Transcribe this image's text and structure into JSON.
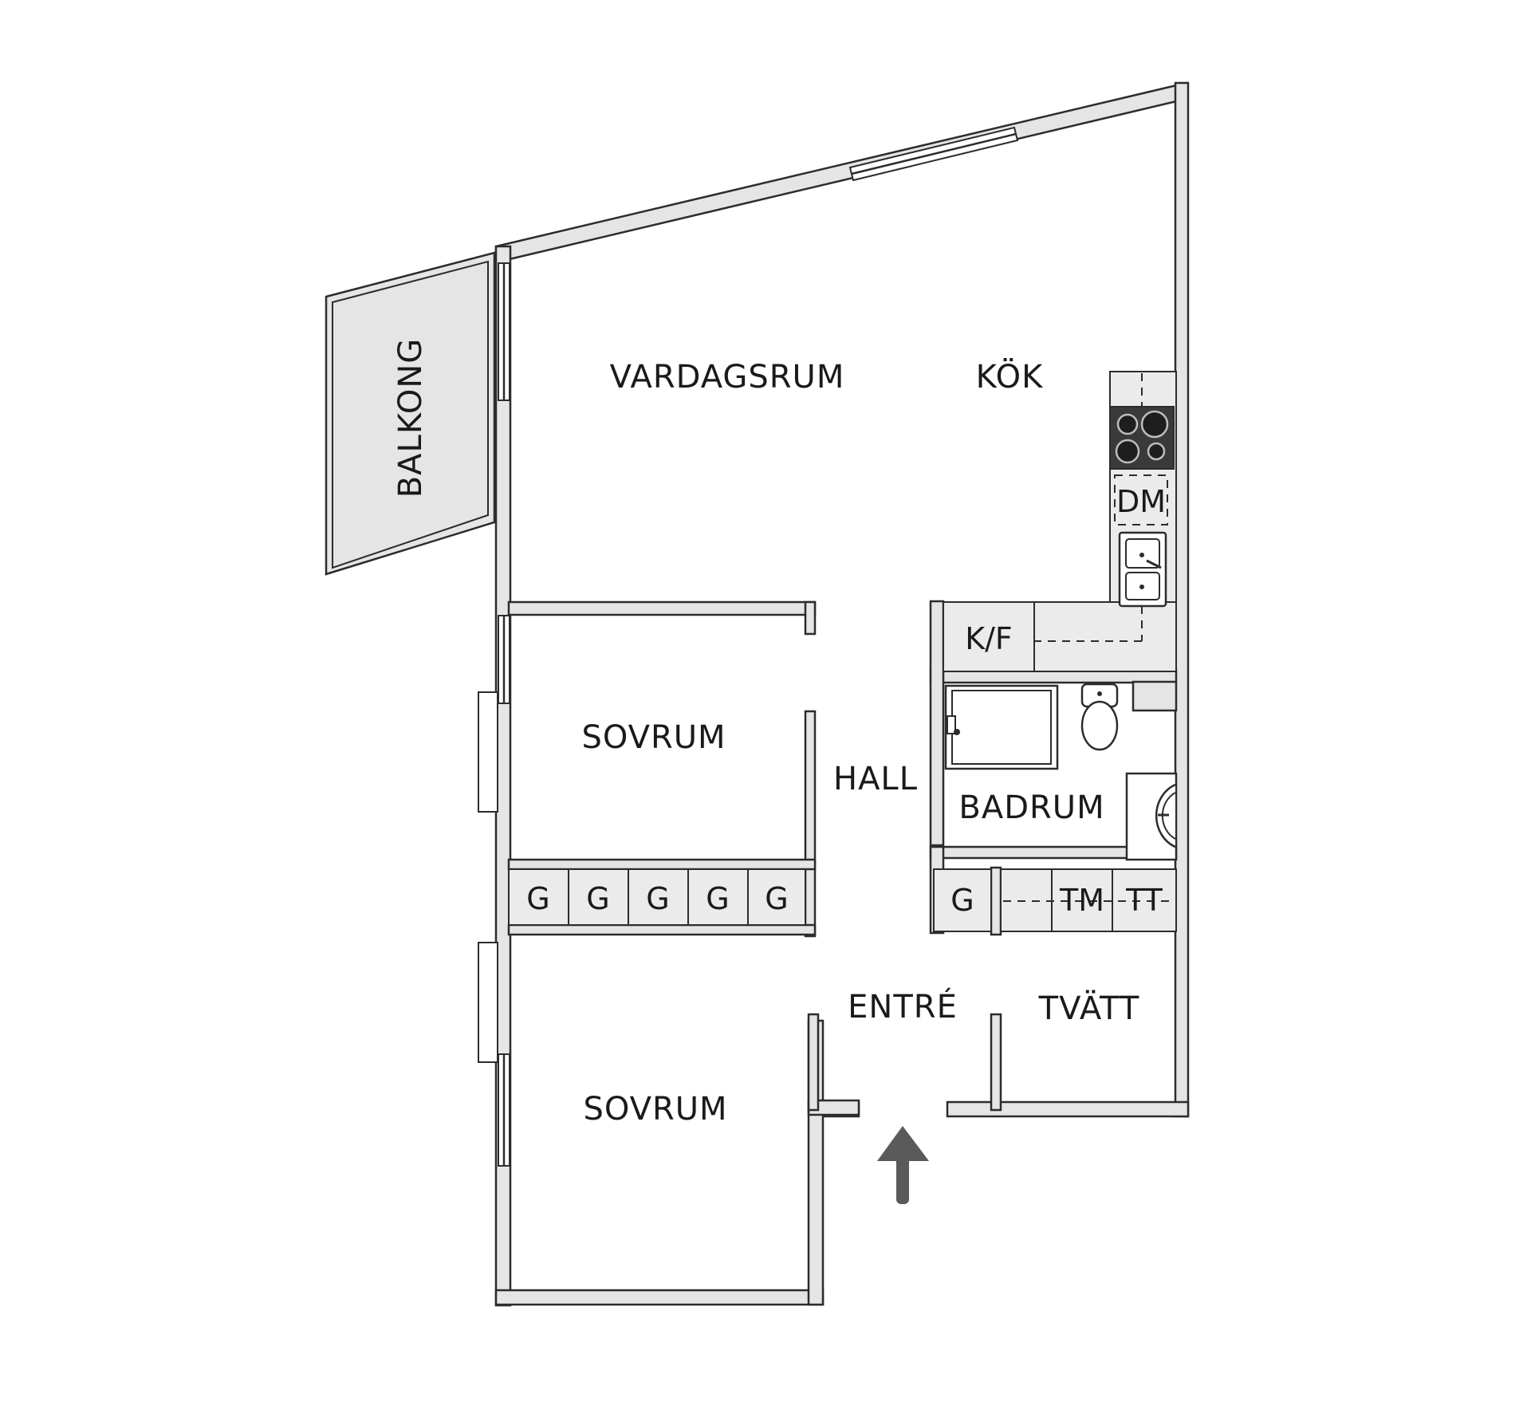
{
  "rooms": {
    "balkong": "BALKONG",
    "vardagsrum": "VARDAGSRUM",
    "kok": "KÖK",
    "sovrum_1": "SOVRUM",
    "hall": "HALL",
    "badrum": "BADRUM",
    "entre": "ENTRÉ",
    "tvatt": "TVÄTT",
    "sovrum_2": "SOVRUM"
  },
  "fixtures": {
    "dishwasher": "DM",
    "fridge_freezer": "K/F",
    "wardrobes": [
      "G",
      "G",
      "G",
      "G",
      "G"
    ],
    "hall_wardrobe": "G",
    "washing_machine": "TM",
    "tumble_dryer": "TT"
  },
  "colors": {
    "wall_fill": "#e5e5e5",
    "outline": "#2c2c2c",
    "stove": "#3a3a3a",
    "entrance_arrow": "#5a5a5a"
  },
  "icons": {
    "stove": "stove-icon",
    "sink": "kitchen-sink-icon",
    "shower": "shower-icon",
    "toilet": "toilet-icon",
    "washbasin": "washbasin-icon",
    "entrance": "entrance-arrow-icon"
  }
}
